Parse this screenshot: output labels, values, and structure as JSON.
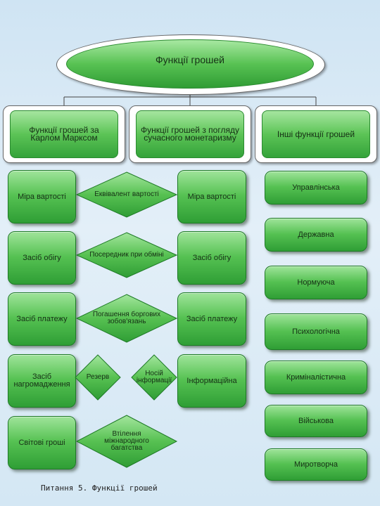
{
  "title": "Функції грошей",
  "categories": [
    "Функції грошей за Карлом Марксом",
    "Функції грошей з погляду сучасного монетаризму",
    "Інші функції грошей"
  ],
  "marx_functions": [
    "Міра вартості",
    "Засіб обігу",
    "Засіб платежу",
    "Засіб нагромадження",
    "Світові гроші"
  ],
  "bridges": [
    "Еквівалент вартості",
    "Посередник при обміні",
    "Погашення боргових зобов'язань",
    "Резерв",
    "Носій інформації",
    "Втілення міжнародного багатства"
  ],
  "monetarist_functions": [
    "Міра вартості",
    "Засіб обігу",
    "Засіб платежу",
    "Інформаційна"
  ],
  "other_functions": [
    "Управлінська",
    "Державна",
    "Нормуюча",
    "Психологічна",
    "Криміналістична",
    "Військова",
    "Миротворча"
  ],
  "caption": "Питання 5. Функції грошей"
}
